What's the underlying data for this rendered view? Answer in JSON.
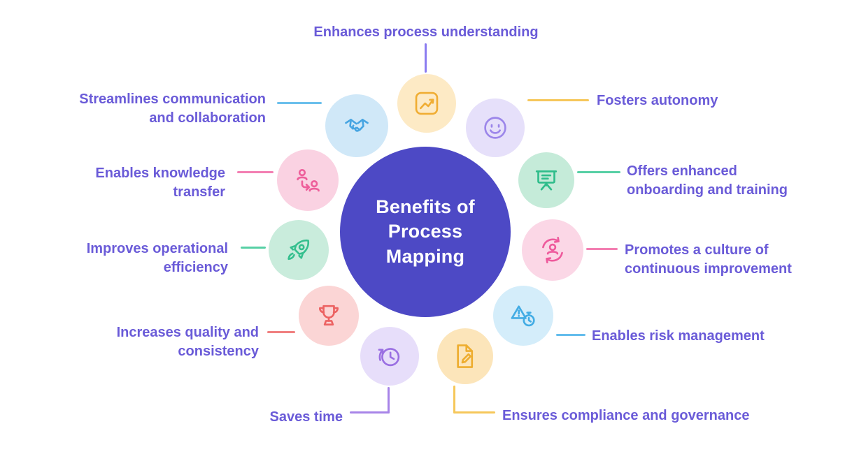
{
  "title": "Benefits of Process Mapping",
  "label_color": "#6a5bd8",
  "center": {
    "label": "Benefits of\nProcess\nMapping",
    "bg_color": "#4d49c5",
    "text_color": "#ffffff"
  },
  "items": [
    {
      "label": "Enhances process understanding",
      "icon": "line-chart-icon",
      "circle_bg": "#fdeac5",
      "icon_color": "#f0ad33",
      "connector_color": "#8b7cf0"
    },
    {
      "label": "Fosters autonomy",
      "icon": "smiley-face-icon",
      "circle_bg": "#e6e0fa",
      "icon_color": "#9c86ea",
      "connector_color": "#f6c75a"
    },
    {
      "label": "Offers enhanced\nonboarding and training",
      "icon": "presentation-board-icon",
      "circle_bg": "#c5ebd9",
      "icon_color": "#2fbd8b",
      "connector_color": "#57d0a5"
    },
    {
      "label": "Promotes a culture of\ncontinuous improvement",
      "icon": "person-cycle-icon",
      "circle_bg": "#fbd7e6",
      "icon_color": "#ee5a9c",
      "connector_color": "#f37fb2"
    },
    {
      "label": "Enables risk management",
      "icon": "risk-alert-icon",
      "circle_bg": "#d4edfa",
      "icon_color": "#42ace4",
      "connector_color": "#64bdec"
    },
    {
      "label": "Ensures compliance and governance",
      "icon": "document-edit-icon",
      "circle_bg": "#fce5ba",
      "icon_color": "#eead2f",
      "connector_color": "#f6c75a"
    },
    {
      "label": "Saves time",
      "icon": "clock-history-icon",
      "circle_bg": "#e7defa",
      "icon_color": "#9a6fe2",
      "connector_color": "#a784e8"
    },
    {
      "label": "Increases quality and\nconsistency",
      "icon": "trophy-icon",
      "circle_bg": "#fbd5d5",
      "icon_color": "#ec6262",
      "connector_color": "#f07f7f"
    },
    {
      "label": "Improves operational\nefficiency",
      "icon": "rocket-icon",
      "circle_bg": "#c9ecdc",
      "icon_color": "#35bf8e",
      "connector_color": "#57d0a5"
    },
    {
      "label": "Enables knowledge\ntransfer",
      "icon": "knowledge-transfer-icon",
      "circle_bg": "#fad2e2",
      "icon_color": "#ee5f9b",
      "connector_color": "#f37fb2"
    },
    {
      "label": "Streamlines communication\nand collaboration",
      "icon": "handshake-icon",
      "circle_bg": "#d0e8f8",
      "icon_color": "#47a5e2",
      "connector_color": "#6cc0ec"
    }
  ]
}
